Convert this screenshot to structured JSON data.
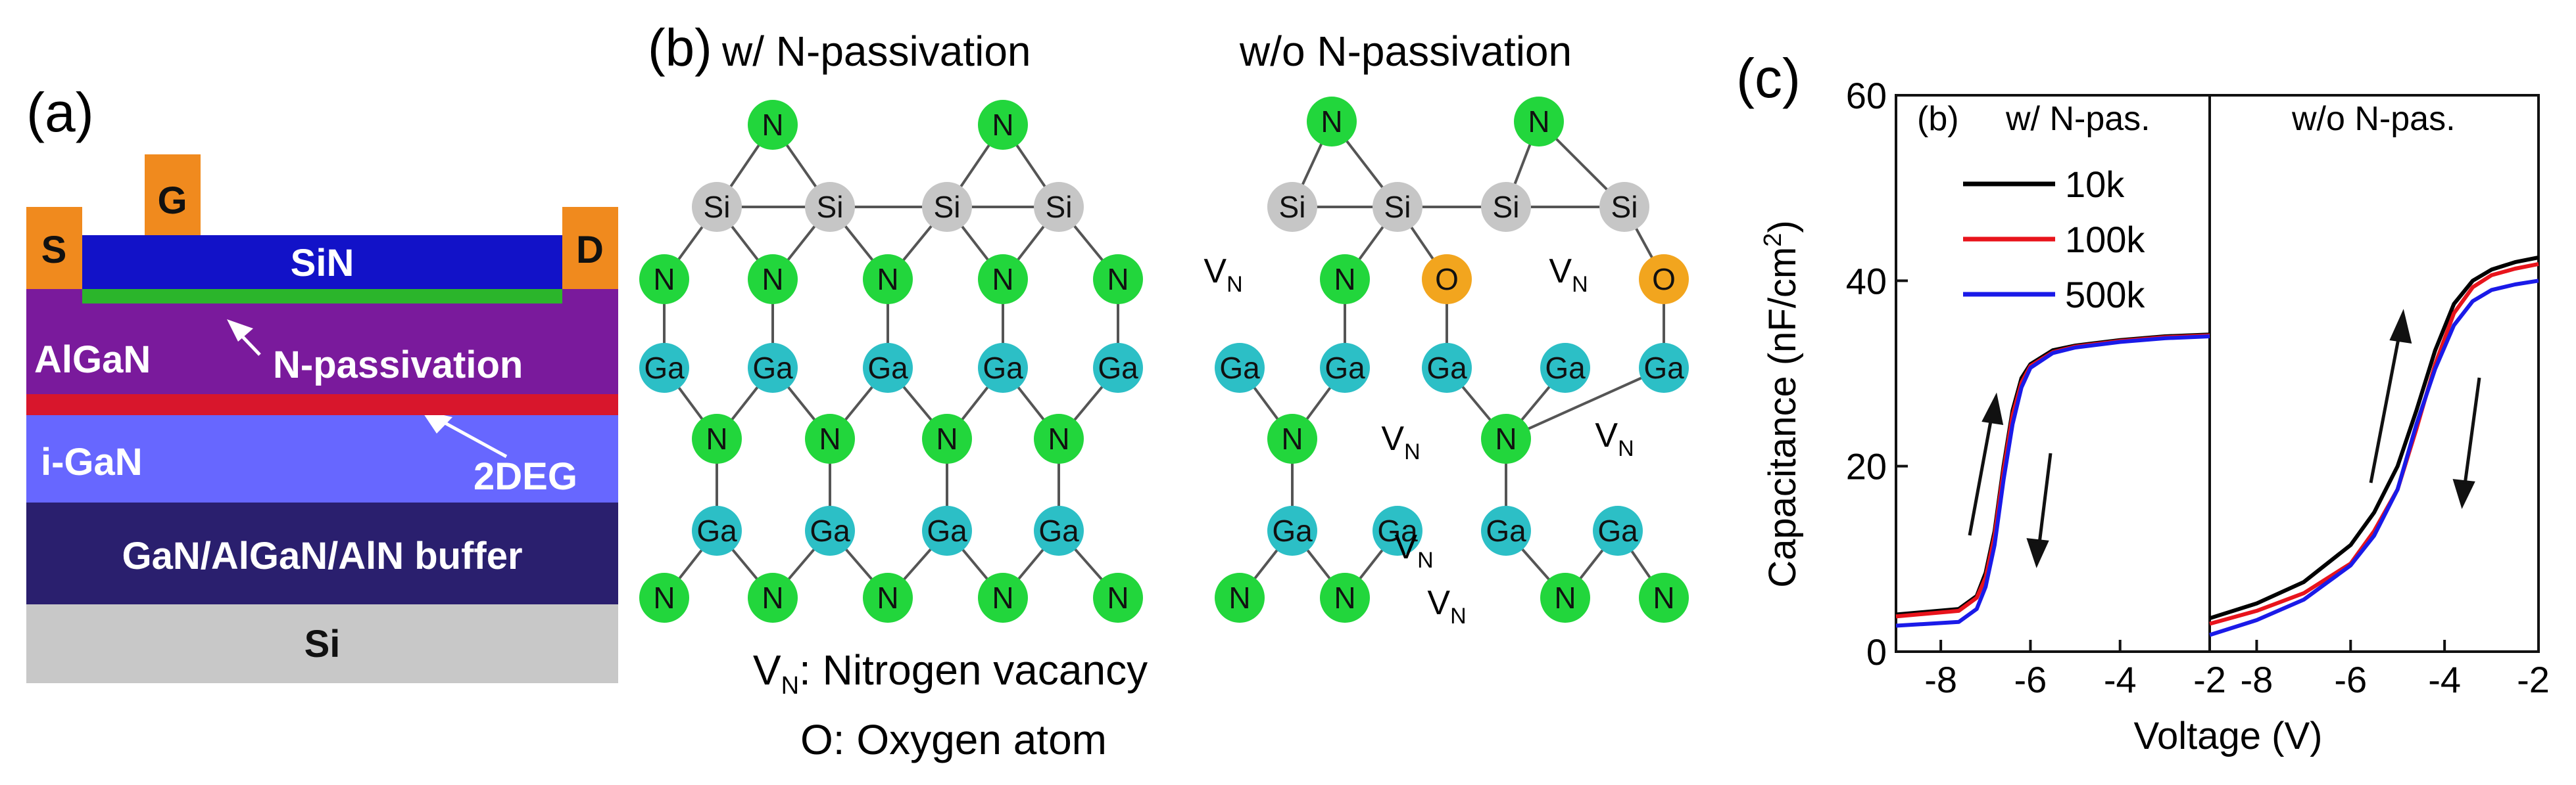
{
  "panel_a": {
    "label": "(a)",
    "gate": "G",
    "source": "S",
    "drain": "D",
    "sin": "SiN",
    "algan": "AlGaN",
    "n_passivation": "N-passivation",
    "igan": "i-GaN",
    "twodeg": "2DEG",
    "buffer": "GaN/AlGaN/AlN buffer",
    "substrate": "Si",
    "colors": {
      "contact": "#f08a1e",
      "sin": "#1212c8",
      "green": "#2bb52b",
      "algan": "#7a1a9c",
      "red": "#d8162c",
      "igan": "#6767ff",
      "buffer": "#2a1f6e",
      "si": "#c8c8c8"
    }
  },
  "panel_b": {
    "label": "(b)",
    "title_left": "w/ N-passivation",
    "title_right": "w/o N-passivation",
    "legend_vn_main": "V",
    "legend_vn_sub": "N",
    "legend_vn_text": ": Nitrogen vacancy",
    "legend_o": "O: Oxygen atom",
    "atom_labels": {
      "N": "N",
      "Si": "Si",
      "Ga": "Ga",
      "O": "O"
    },
    "vacancy_main": "V",
    "vacancy_sub": "N",
    "colors": {
      "N": "#22d63c",
      "Si": "#c6c6c6",
      "Ga": "#2cbfc6",
      "O": "#f2a51e"
    }
  },
  "panel_c": {
    "label": "(c)",
    "inset_label": "(b)",
    "left_title": "w/ N-pas.",
    "right_title": "w/o N-pas.",
    "ylabel_main": "Capacitance (nF/cm",
    "ylabel_sup": "2",
    "ylabel_close": ")",
    "xlabel": "Voltage (V)"
  },
  "chart_data": [
    {
      "type": "line",
      "title": "w/ N-pas.",
      "xlabel": "Voltage (V)",
      "ylabel": "Capacitance (nF/cm2)",
      "xlim": [
        -9,
        -2
      ],
      "ylim": [
        0,
        60
      ],
      "xticks": [
        "-8",
        "-6",
        "-4",
        "-2"
      ],
      "yticks": [
        "0",
        "20",
        "40",
        "60"
      ],
      "legend_position": "top-left",
      "series": [
        {
          "name": "10k",
          "color": "#000000",
          "x": [
            -9,
            -7.6,
            -7.2,
            -7.0,
            -6.8,
            -6.6,
            -6.4,
            -6.2,
            -6.0,
            -5.5,
            -5.0,
            -4.0,
            -3.0,
            -2.0
          ],
          "y": [
            4,
            4.6,
            6,
            8.5,
            13,
            20,
            26,
            29.5,
            31,
            32.5,
            33,
            33.6,
            34,
            34.2
          ]
        },
        {
          "name": "100k",
          "color": "#e8141c",
          "x": [
            -9,
            -7.6,
            -7.2,
            -7.0,
            -6.8,
            -6.6,
            -6.4,
            -6.2,
            -6.0,
            -5.5,
            -5.0,
            -4.0,
            -3.0,
            -2.0
          ],
          "y": [
            3.8,
            4.4,
            5.8,
            8,
            12.5,
            19.5,
            25.5,
            29,
            30.8,
            32.3,
            32.9,
            33.5,
            33.9,
            34.1
          ]
        },
        {
          "name": "500k",
          "color": "#1a1ae8",
          "x": [
            -9,
            -7.6,
            -7.2,
            -7.0,
            -6.8,
            -6.6,
            -6.4,
            -6.2,
            -6.0,
            -5.5,
            -5.0,
            -4.0,
            -3.0,
            -2.0
          ],
          "y": [
            2.8,
            3.2,
            4.6,
            7,
            11.5,
            18.5,
            24.5,
            28.5,
            30.6,
            32.2,
            32.8,
            33.4,
            33.8,
            34.0
          ]
        }
      ]
    },
    {
      "type": "line",
      "title": "w/o N-pas.",
      "xlabel": "Voltage (V)",
      "xlim": [
        -9,
        -2
      ],
      "ylim": [
        0,
        60
      ],
      "xticks": [
        "-8",
        "-6",
        "-4",
        "-2"
      ],
      "series": [
        {
          "name": "10k",
          "color": "#000000",
          "x": [
            -9,
            -8,
            -7,
            -6,
            -5.5,
            -5.0,
            -4.6,
            -4.2,
            -3.8,
            -3.4,
            -3.0,
            -2.5,
            -2.0
          ],
          "y": [
            3.6,
            5.2,
            7.5,
            11.5,
            15,
            20,
            26,
            32.5,
            37.5,
            40,
            41.2,
            42,
            42.5
          ]
        },
        {
          "name": "100k",
          "color": "#e8141c",
          "x": [
            -9,
            -8,
            -7,
            -6,
            -5.5,
            -5.0,
            -4.6,
            -4.2,
            -3.8,
            -3.4,
            -3.0,
            -2.5,
            -2.0
          ],
          "y": [
            3.0,
            4.4,
            6.3,
            9.5,
            13,
            17.5,
            24,
            31,
            36.5,
            39.3,
            40.6,
            41.3,
            41.8
          ]
        },
        {
          "name": "500k",
          "color": "#1a1ae8",
          "x": [
            -9,
            -8,
            -7,
            -6,
            -5.5,
            -5.0,
            -4.6,
            -4.2,
            -3.8,
            -3.4,
            -3.0,
            -2.5,
            -2.0
          ],
          "y": [
            1.8,
            3.4,
            5.6,
            9.3,
            12.5,
            17.5,
            24.5,
            30.5,
            35.2,
            37.8,
            39.0,
            39.6,
            40.0
          ]
        }
      ]
    }
  ]
}
